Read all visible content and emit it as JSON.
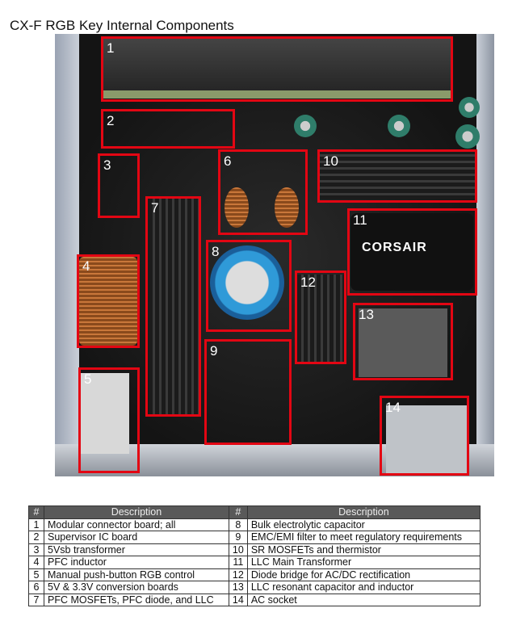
{
  "title": "CX-F RGB Key Internal Components",
  "photo": {
    "logo_text": "CORSAIR",
    "callouts": [
      "1",
      "2",
      "3",
      "4",
      "5",
      "6",
      "7",
      "8",
      "9",
      "10",
      "11",
      "12",
      "13",
      "14"
    ]
  },
  "table": {
    "headers": [
      "#",
      "Description",
      "#",
      "Description"
    ],
    "rows": [
      {
        "n1": "1",
        "d1": "Modular connector board; all",
        "n2": "8",
        "d2": "Bulk electrolytic capacitor"
      },
      {
        "n1": "2",
        "d1": "Supervisor IC board",
        "n2": "9",
        "d2": "EMC/EMI filter to meet regulatory requirements"
      },
      {
        "n1": "3",
        "d1": "5Vsb transformer",
        "n2": "10",
        "d2": "SR MOSFETs and thermistor"
      },
      {
        "n1": "4",
        "d1": "PFC inductor",
        "n2": "11",
        "d2": "LLC Main Transformer"
      },
      {
        "n1": "5",
        "d1": "Manual push-button RGB control",
        "n2": "12",
        "d2": "Diode bridge for AC/DC rectification"
      },
      {
        "n1": "6",
        "d1": "5V & 3.3V conversion boards",
        "n2": "13",
        "d2": "LLC resonant capacitor and inductor"
      },
      {
        "n1": "7",
        "d1": "PFC MOSFETs, PFC diode, and LLC",
        "n2": "14",
        "d2": "AC socket"
      }
    ]
  }
}
